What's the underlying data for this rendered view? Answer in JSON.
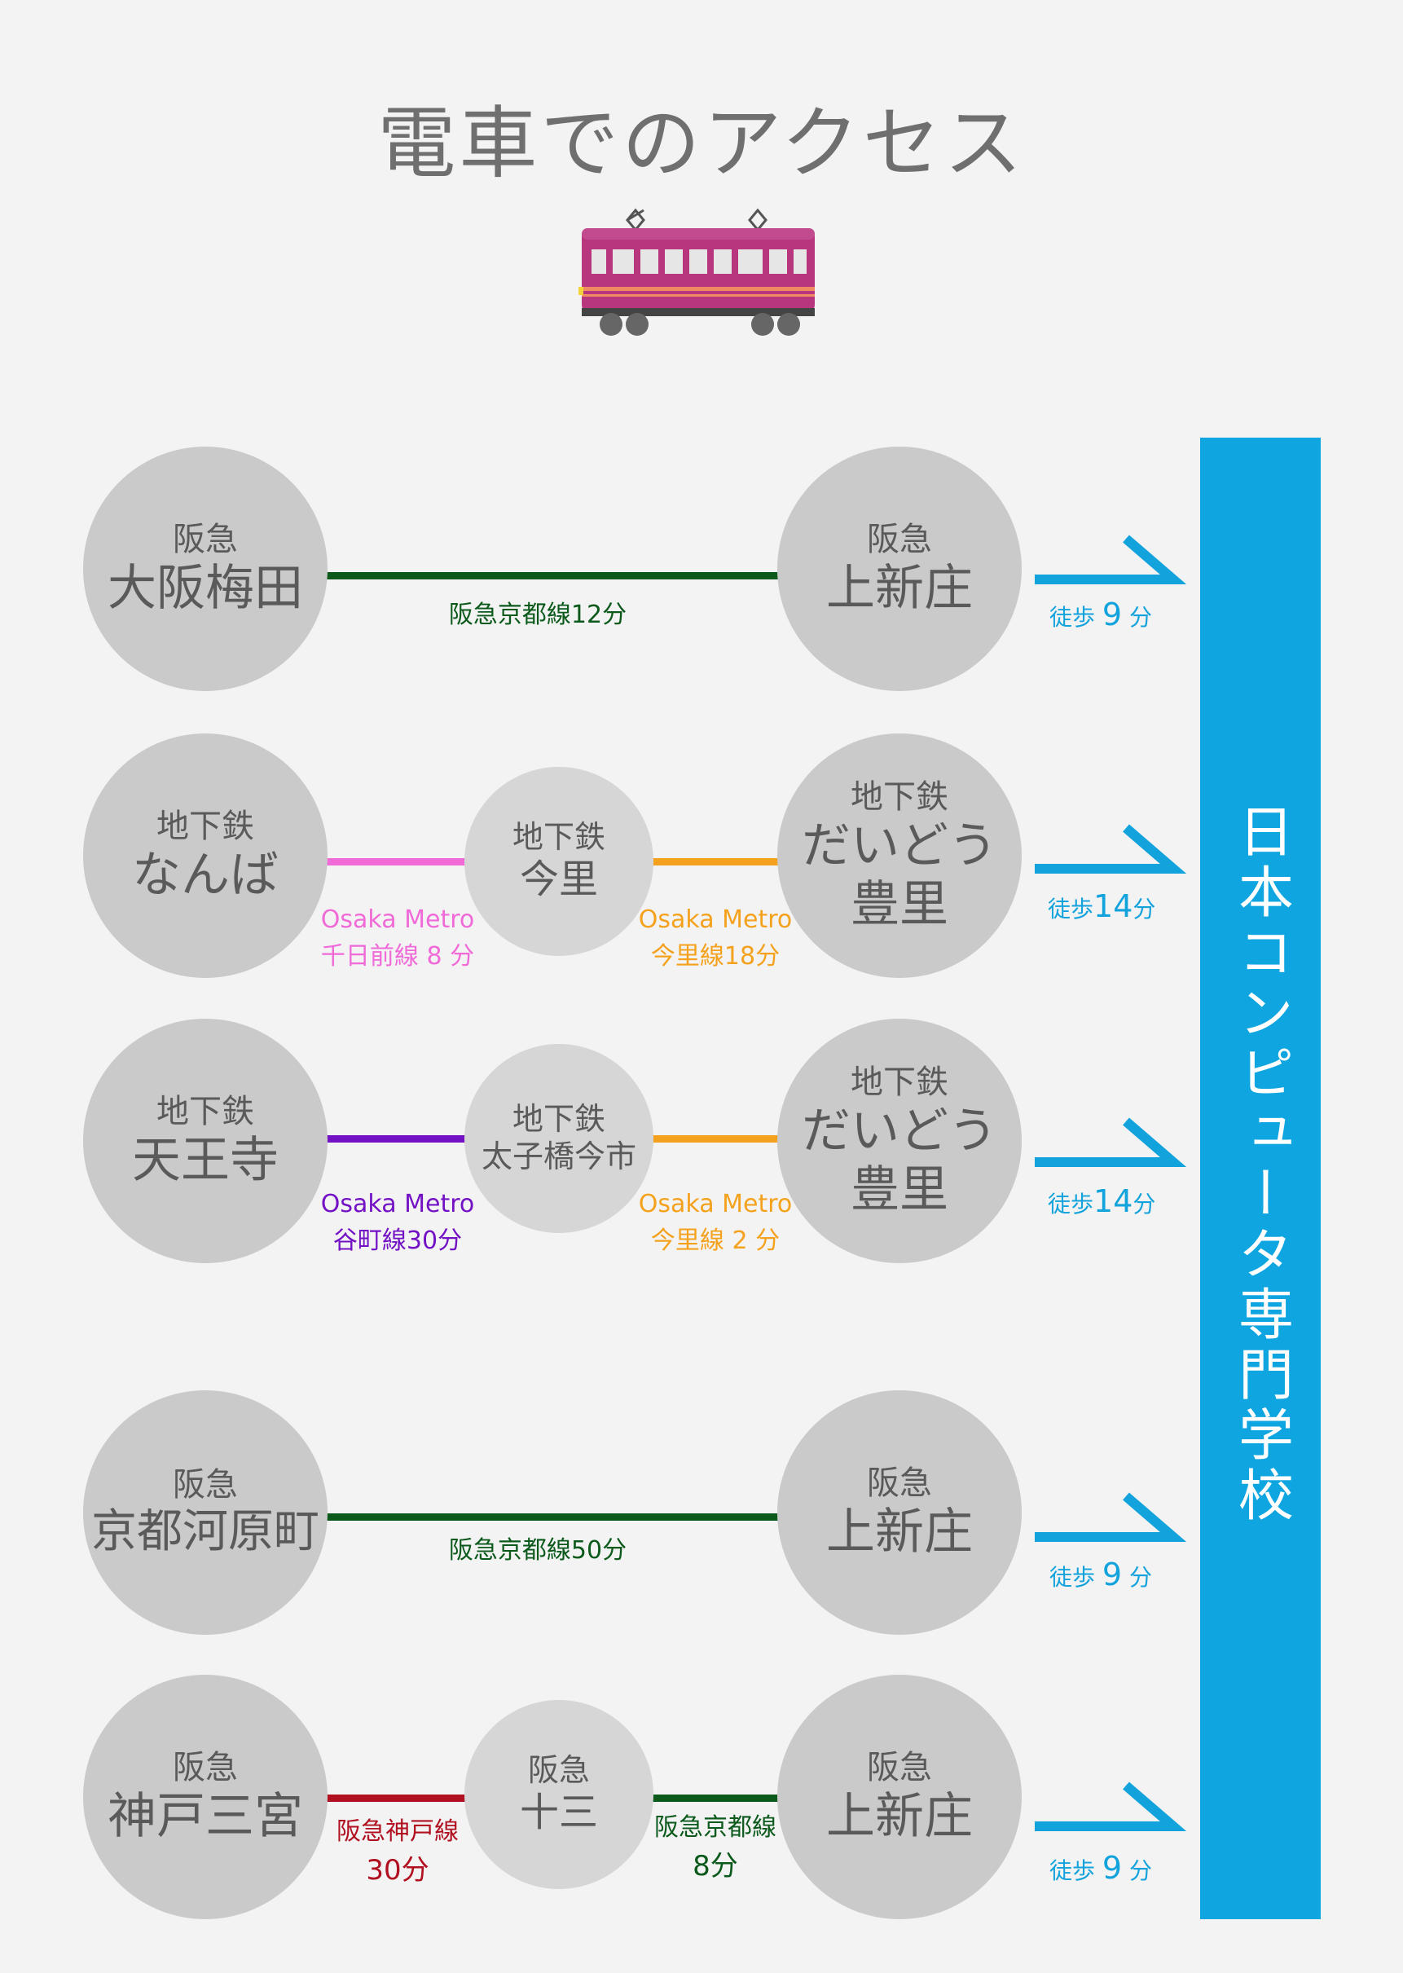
{
  "title": "電車でのアクセス",
  "destination": "日本コンピュータ専門学校",
  "routes": [
    {
      "start": {
        "sub": "阪急",
        "name": "大阪梅田"
      },
      "segments": [
        {
          "line": "阪急京都線12分",
          "color": "#0b5a1c"
        }
      ],
      "end": {
        "sub": "阪急",
        "name": "上新庄"
      },
      "walk": {
        "label": "徒歩",
        "minutes": "9",
        "unit": "分"
      }
    },
    {
      "start": {
        "sub": "地下鉄",
        "name": "なんば"
      },
      "transfer": {
        "sub": "地下鉄",
        "name": "今里"
      },
      "segments": [
        {
          "line1": "Osaka Metro",
          "line2": "千日前線 8 分",
          "color": "#f06ad8"
        },
        {
          "line1": "Osaka Metro",
          "line2": "今里線18分",
          "color": "#f4a21d"
        }
      ],
      "end": {
        "sub": "地下鉄",
        "name": "だいどう",
        "name2": "豊里"
      },
      "walk": {
        "label": "徒歩",
        "minutes": "14",
        "unit": "分"
      }
    },
    {
      "start": {
        "sub": "地下鉄",
        "name": "天王寺"
      },
      "transfer": {
        "sub": "地下鉄",
        "name": "太子橋今市"
      },
      "segments": [
        {
          "line1": "Osaka Metro",
          "line2": "谷町線30分",
          "color": "#7311c4"
        },
        {
          "line1": "Osaka Metro",
          "line2": "今里線 2 分",
          "color": "#f4a21d"
        }
      ],
      "end": {
        "sub": "地下鉄",
        "name": "だいどう",
        "name2": "豊里"
      },
      "walk": {
        "label": "徒歩",
        "minutes": "14",
        "unit": "分"
      }
    },
    {
      "start": {
        "sub": "阪急",
        "name": "京都河原町"
      },
      "segments": [
        {
          "line": "阪急京都線50分",
          "color": "#0b5a1c"
        }
      ],
      "end": {
        "sub": "阪急",
        "name": "上新庄"
      },
      "walk": {
        "label": "徒歩",
        "minutes": "9",
        "unit": "分"
      }
    },
    {
      "start": {
        "sub": "阪急",
        "name": "神戸三宮"
      },
      "transfer": {
        "sub": "阪急",
        "name": "十三"
      },
      "segments": [
        {
          "line1": "阪急神戸線",
          "line2": "30分",
          "color": "#b01020"
        },
        {
          "line1": "阪急京都線",
          "line2": "8分",
          "color": "#0b5a1c"
        }
      ],
      "end": {
        "sub": "阪急",
        "name": "上新庄"
      },
      "walk": {
        "label": "徒歩",
        "minutes": "9",
        "unit": "分"
      }
    }
  ],
  "colors": {
    "walk": "#13a3dc",
    "bar": "#0ea5e0",
    "circle": "#cacaca",
    "background": "#f3f3f3"
  }
}
